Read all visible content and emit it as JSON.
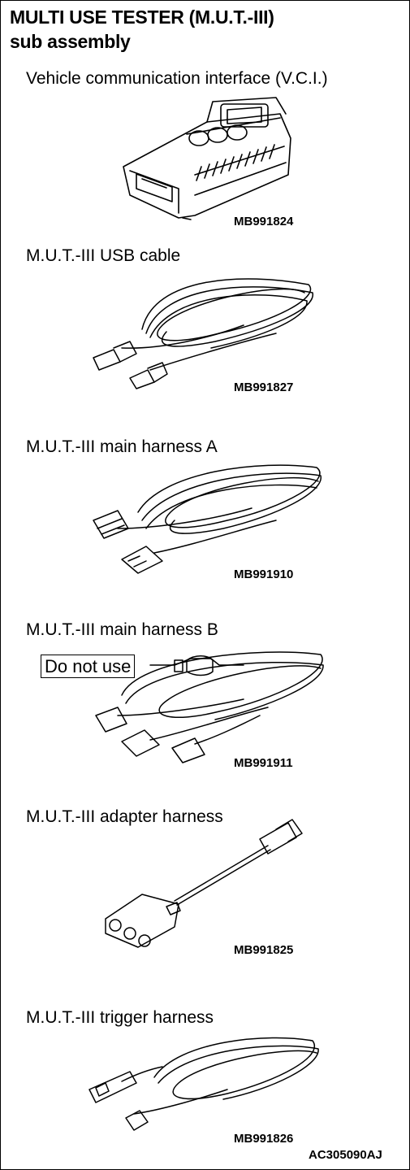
{
  "document": {
    "title_line1": "MULTI USE TESTER (M.U.T.-III)",
    "title_line2": "sub assembly",
    "footer_code": "AC305090AJ"
  },
  "items": [
    {
      "label": "Vehicle communication interface (V.C.I.)",
      "part_number": "MB991824"
    },
    {
      "label": "M.U.T.-III USB cable",
      "part_number": "MB991827"
    },
    {
      "label": "M.U.T.-III main harness A",
      "part_number": "MB991910"
    },
    {
      "label": "M.U.T.-III main harness B",
      "part_number": "MB991911",
      "callout": "Do not use"
    },
    {
      "label": "M.U.T.-III adapter harness",
      "part_number": "MB991825"
    },
    {
      "label": "M.U.T.-III trigger harness",
      "part_number": "MB991826"
    }
  ]
}
